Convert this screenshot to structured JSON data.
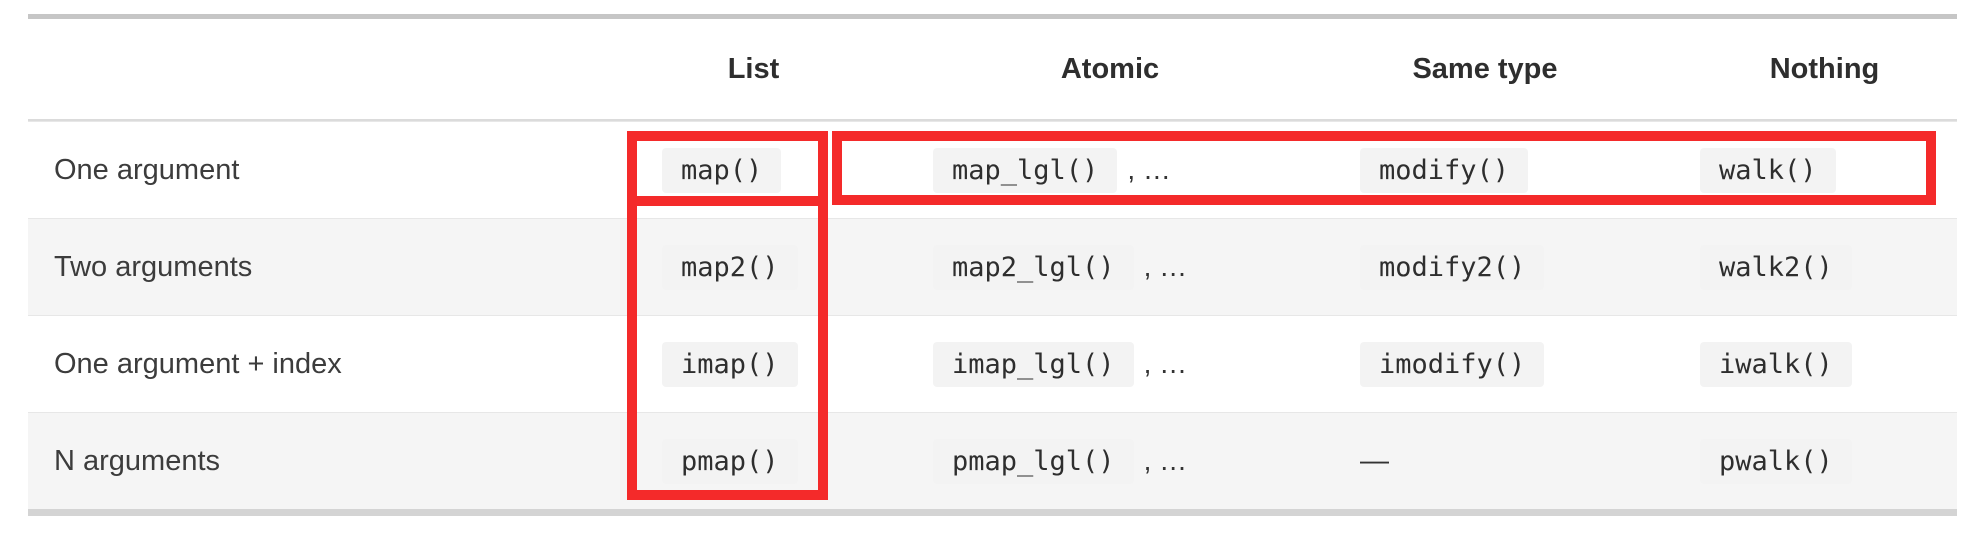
{
  "colors": {
    "highlight": "#f42a2a"
  },
  "table": {
    "headers": {
      "rowlabel": "",
      "list": "List",
      "atomic": "Atomic",
      "same_type": "Same type",
      "nothing": "Nothing"
    },
    "atomic_suffix": ", …",
    "rows": [
      {
        "label": "One argument",
        "list": "map()",
        "atomic": "map_lgl()",
        "same_type": "modify()",
        "nothing": "walk()"
      },
      {
        "label": "Two arguments",
        "list": "map2()",
        "atomic": "map2_lgl()",
        "same_type": "modify2()",
        "nothing": "walk2()"
      },
      {
        "label": "One argument + index",
        "list": "imap()",
        "atomic": "imap_lgl()",
        "same_type": "imodify()",
        "nothing": "iwalk()"
      },
      {
        "label": "N arguments",
        "list": "pmap()",
        "atomic": "pmap_lgl()",
        "same_type": "—",
        "nothing": "pwalk()"
      }
    ]
  }
}
